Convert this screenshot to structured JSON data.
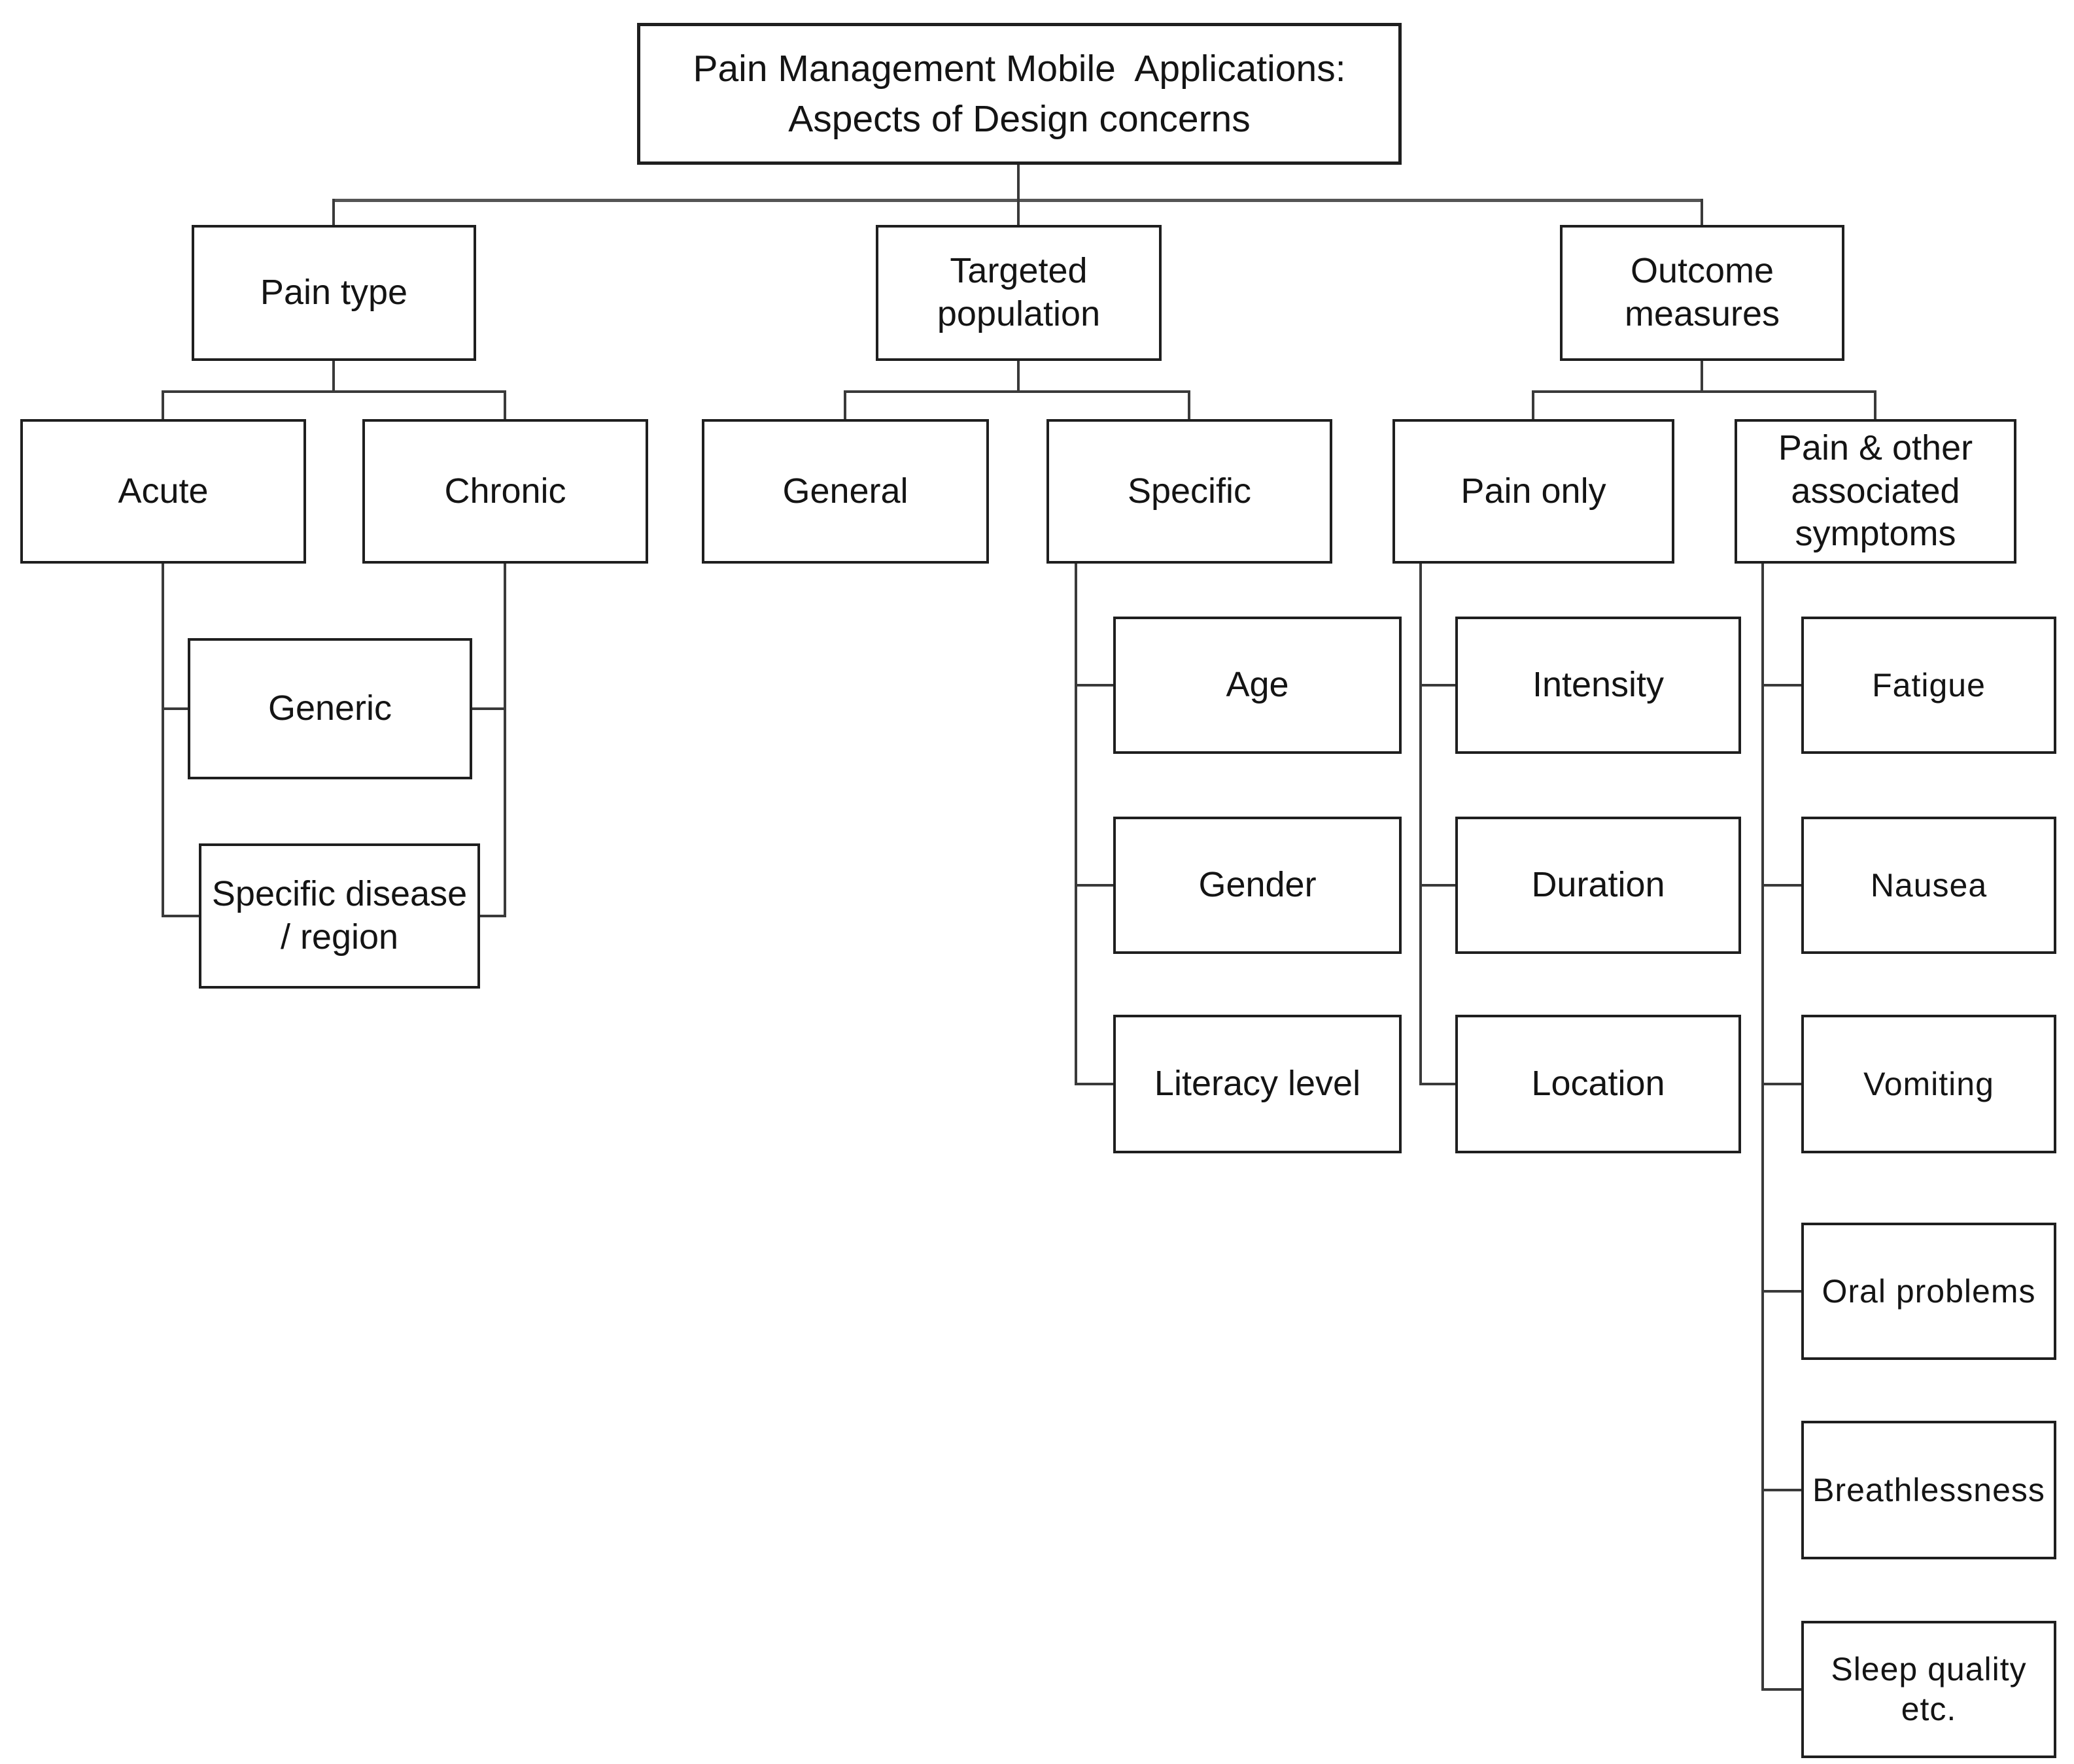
{
  "diagram": {
    "title": "Pain Management Mobile  Applications:\nAspects of Design concerns",
    "colors": {
      "background": "#ffffff",
      "box_border": "#1f1f1f",
      "connector_line": "#3a3a3a",
      "text": "#141414"
    },
    "nodes": {
      "pain_type": {
        "label": "Pain type"
      },
      "targeted_population": {
        "label": "Targeted\npopulation"
      },
      "outcome_measures": {
        "label": "Outcome\nmeasures"
      },
      "acute": {
        "label": "Acute"
      },
      "chronic": {
        "label": "Chronic"
      },
      "general": {
        "label": "General"
      },
      "specific": {
        "label": "Specific"
      },
      "pain_only": {
        "label": "Pain only"
      },
      "pain_other": {
        "label": "Pain & other\nassociated\nsymptoms"
      },
      "generic": {
        "label": "Generic"
      },
      "specific_disease": {
        "label": "Specific disease\n/ region"
      },
      "age": {
        "label": "Age"
      },
      "gender": {
        "label": "Gender"
      },
      "literacy_level": {
        "label": "Literacy level"
      },
      "intensity": {
        "label": "Intensity"
      },
      "duration": {
        "label": "Duration"
      },
      "location": {
        "label": "Location"
      },
      "fatigue": {
        "label": "Fatigue"
      },
      "nausea": {
        "label": "Nausea"
      },
      "vomiting": {
        "label": "Vomiting"
      },
      "oral_problems": {
        "label": "Oral problems"
      },
      "breathlessness": {
        "label": "Breathlessness"
      },
      "sleep_quality": {
        "label": "Sleep quality\netc."
      }
    }
  }
}
